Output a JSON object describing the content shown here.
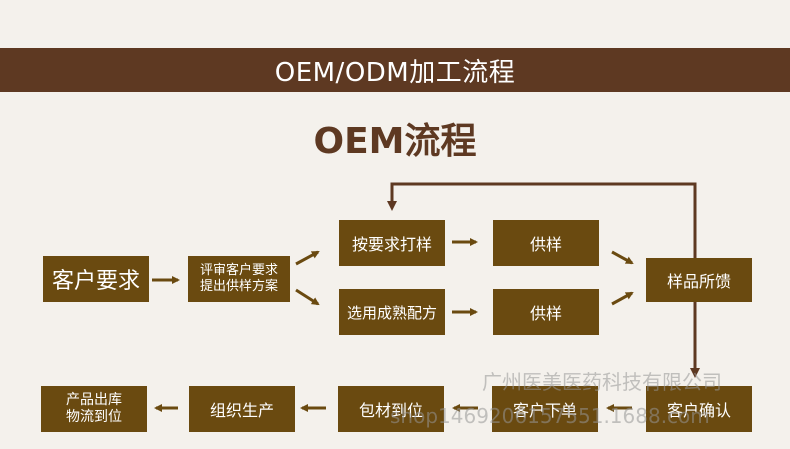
{
  "banner": {
    "title": "OEM/ODM加工流程"
  },
  "subtitle": "OEM流程",
  "steps": {
    "customer_request": "客户要求",
    "review_line1": "评审客户要求",
    "review_line2": "提出供样方案",
    "sample_by_request": "按要求打样",
    "supply_sample_1": "供样",
    "mature_formula": "选用成熟配方",
    "supply_sample_2": "供样",
    "sample_feedback": "样品所馈",
    "customer_confirm": "客户确认",
    "customer_order": "客户下单",
    "packaging_arrival": "包材到位",
    "organize_production": "组织生产",
    "shipping_line1": "产品出库",
    "shipping_line2": "物流到位"
  },
  "watermark": {
    "line1": "广州医美医药科技有限公司",
    "line2": "shop1469206157551.1688.com"
  },
  "colors": {
    "banner_bg": "#5e3922",
    "box_bg": "#6a4a10",
    "arrow": "#6a4a10",
    "loop_arrow": "#5e3922",
    "page_bg": "#f4f1ec"
  }
}
